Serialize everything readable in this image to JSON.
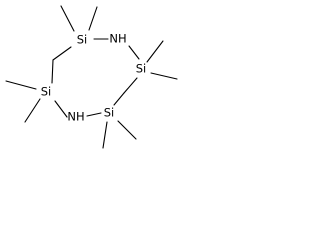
{
  "molecule": {
    "atoms": {
      "si_top_left": "Si",
      "nh_top": "NH",
      "si_right": "Si",
      "si_left": "Si",
      "nh_bottom": "NH",
      "si_bottom_right": "Si"
    }
  },
  "colors": {
    "bond": "#000000",
    "label": "#000000",
    "background": "#ffffff"
  }
}
